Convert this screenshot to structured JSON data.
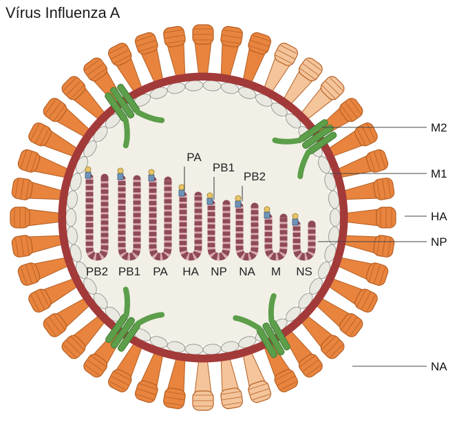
{
  "title": "Vírus Influenza A",
  "segments": [
    "PB2",
    "PB1",
    "PA",
    "HA",
    "NP",
    "NA",
    "M",
    "NS"
  ],
  "polymerase_callouts": [
    "PA",
    "PB1",
    "PB2"
  ],
  "side_labels": [
    "M2",
    "M1",
    "HA",
    "NP",
    "NA"
  ],
  "colors": {
    "ha_spike": "#e8843e",
    "ha_spike_light": "#f4c49a",
    "na_spike": "#f0a56a",
    "membrane": "#a33a3a",
    "m1_bead": "#e9e9e2",
    "m2_channel": "#5c9e4a",
    "interior": "#f1efe6",
    "rnp": "#8e4a55",
    "polymerase_blue": "#6f93b8",
    "polymerase_yellow": "#e6c56a"
  }
}
